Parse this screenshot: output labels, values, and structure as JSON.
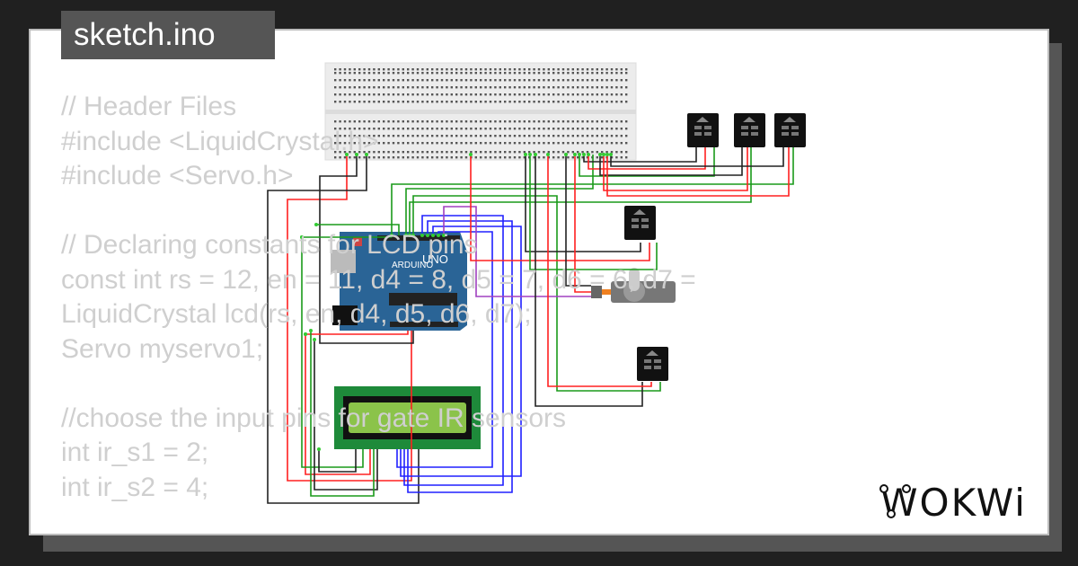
{
  "tab": {
    "title": "sketch.ino"
  },
  "code_lines": [
    "// Header Files",
    "#include <LiquidCrystal.h>",
    "#include <Servo.h>",
    "",
    "// Declaring constants for LCD pins",
    "const int rs = 12, en = 11, d4 = 8, d5 = 7, d6 = 6, d7 =",
    "LiquidCrystal lcd(rs, en, d4, d5, d6, d7);",
    "Servo myservo1;",
    "",
    "//choose the input pins for gate IR sensors",
    "int ir_s1 = 2;",
    "int ir_s2 = 4;"
  ],
  "board": {
    "brand": "ARDUINO",
    "model": "UNO"
  },
  "logo": {
    "text": "WOKWI"
  },
  "colors": {
    "background": "#202020",
    "tab": "#555555",
    "arduino": "#2a6496",
    "lcd_pcb": "#1e8a3a",
    "lcd_screen": "#8bc34a",
    "wire_red": "#ff2020",
    "wire_black": "#222222",
    "wire_green": "#1a9a1a",
    "wire_blue": "#2020ff",
    "wire_purple": "#a040c0"
  }
}
